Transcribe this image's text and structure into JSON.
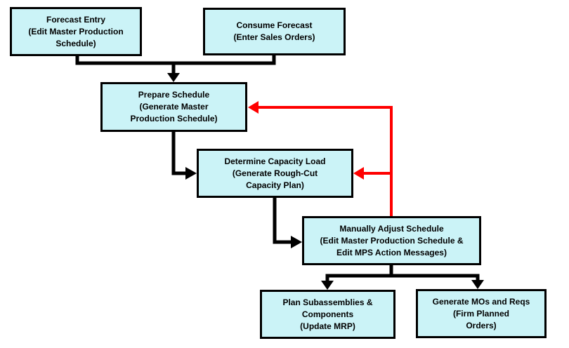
{
  "colors": {
    "background": "#FFFFFF",
    "box_fill": "#CBF3F7",
    "box_border": "#000000",
    "connector": "#000000",
    "feedback_arrow": "#FF0000"
  },
  "boxes": [
    {
      "id": "forecast-entry",
      "lines": [
        "Forecast Entry",
        "(Edit Master Production",
        "Schedule)"
      ]
    },
    {
      "id": "consume-forecast",
      "lines": [
        "Consume Forecast",
        "(Enter Sales Orders)"
      ]
    },
    {
      "id": "prepare-schedule",
      "lines": [
        "Prepare Schedule",
        "(Generate Master",
        "Production Schedule)"
      ]
    },
    {
      "id": "determine-capacity-load",
      "lines": [
        "Determine Capacity Load",
        "(Generate Rough-Cut",
        "Capacity Plan)"
      ]
    },
    {
      "id": "manually-adjust-schedule",
      "lines": [
        "Manually Adjust Schedule",
        "(Edit Master Production Schedule &",
        "Edit MPS Action Messages)"
      ]
    },
    {
      "id": "plan-subassemblies",
      "lines": [
        "Plan Subassemblies &",
        "Components",
        "(Update MRP)"
      ]
    },
    {
      "id": "generate-mos-reqs",
      "lines": [
        "Generate MOs and Reqs",
        "(Firm Planned",
        "Orders)"
      ]
    }
  ]
}
